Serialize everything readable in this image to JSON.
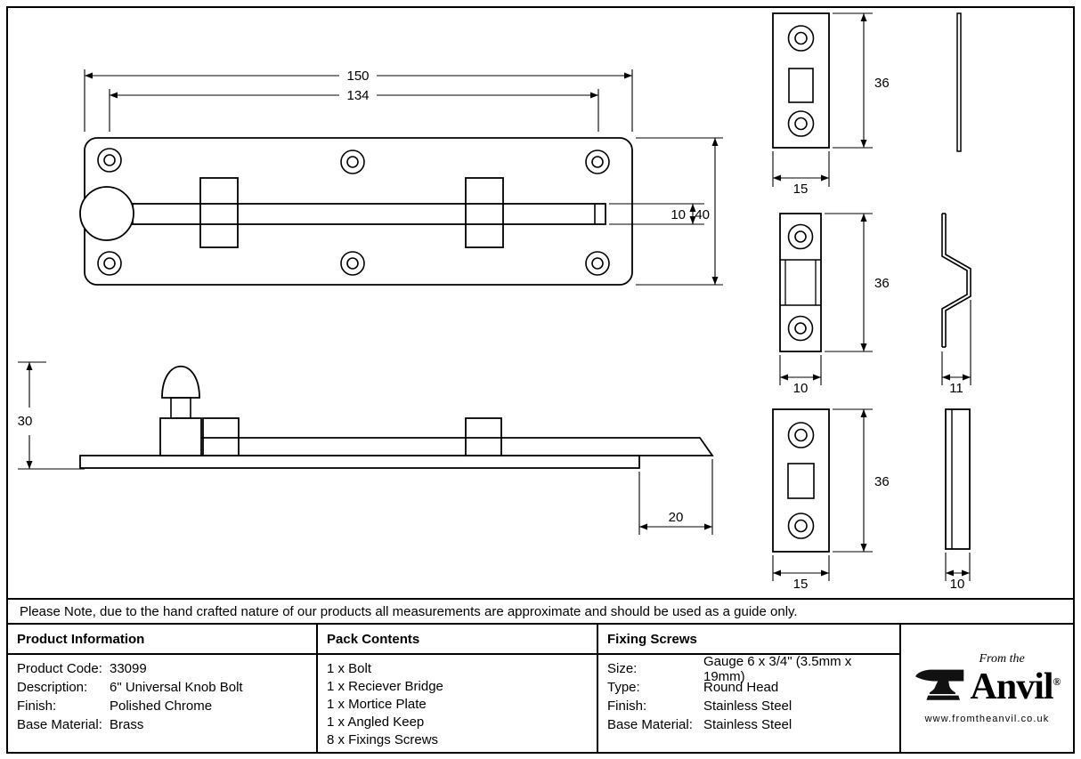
{
  "note": "Please Note, due to the hand crafted nature of our products all measurements are approximate and should be used as a guide only.",
  "dims": {
    "plan_length": "150",
    "plan_centres": "134",
    "plan_plate_width": "40",
    "plan_bolt": "10",
    "mortice_height": "36",
    "mortice_width": "15",
    "bridge_height": "36",
    "bridge_width": "10",
    "angled_keep_depth": "11",
    "keep_height": "36",
    "keep_width": "15",
    "keep_side_width": "10",
    "side_height": "30",
    "bolt_throw": "20"
  },
  "table": {
    "product_information": {
      "header": "Product Information",
      "rows": [
        {
          "label": "Product Code:",
          "value": "33099"
        },
        {
          "label": "Description:",
          "value": "6\" Universal Knob Bolt"
        },
        {
          "label": "Finish:",
          "value": "Polished Chrome"
        },
        {
          "label": "Base Material:",
          "value": "Brass"
        }
      ]
    },
    "pack_contents": {
      "header": "Pack Contents",
      "items": [
        "1 x Bolt",
        "1 x Reciever Bridge",
        "1 x Mortice Plate",
        "1 x Angled Keep",
        "8 x Fixings Screws"
      ]
    },
    "fixing_screws": {
      "header": "Fixing Screws",
      "rows": [
        {
          "label": "Size:",
          "value": "Gauge 6 x 3/4\" (3.5mm x 19mm)"
        },
        {
          "label": "Type:",
          "value": "Round Head"
        },
        {
          "label": "Finish:",
          "value": "Stainless Steel"
        },
        {
          "label": "Base Material:",
          "value": "Stainless Steel"
        }
      ]
    }
  },
  "logo": {
    "tagline": "From the",
    "name": "Anvil",
    "registered": "®",
    "website": "www.fromtheanvil.co.uk"
  }
}
